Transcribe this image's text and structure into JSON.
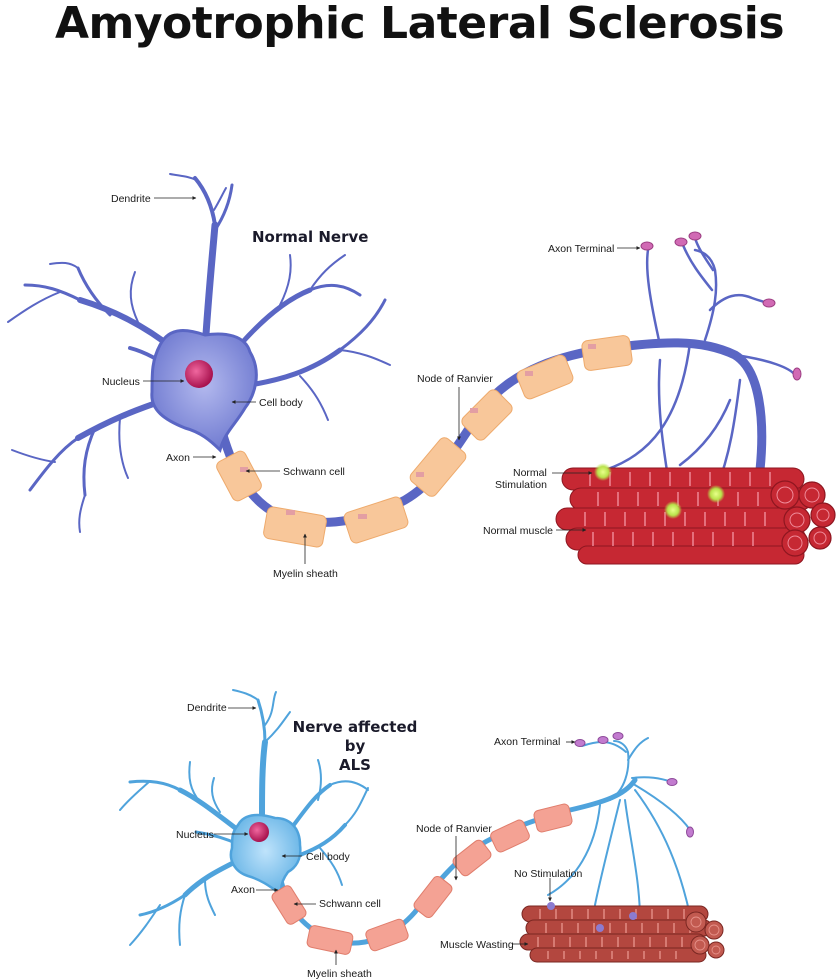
{
  "title": "Amyotrophic Lateral Sclerosis",
  "normal": {
    "heading": "Normal Nerve",
    "labels": {
      "dendrite": "Dendrite",
      "nucleus": "Nucleus",
      "cell_body": "Cell body",
      "axon": "Axon",
      "schwann_cell": "Schwann cell",
      "myelin_sheath": "Myelin sheath",
      "node_of_ranvier": "Node of Ranvier",
      "axon_terminal": "Axon Terminal",
      "stimulation_line1": "Normal",
      "stimulation_line2": "Stimulation",
      "muscle": "Normal muscle"
    }
  },
  "als": {
    "heading_line1": "Nerve affected by",
    "heading_line2": "ALS",
    "labels": {
      "dendrite": "Dendrite",
      "nucleus": "Nucleus",
      "cell_body": "Cell body",
      "axon": "Axon",
      "schwann_cell": "Schwann cell",
      "myelin_sheath": "Myelin sheath",
      "node_of_ranvier": "Node of Ranvier",
      "axon_terminal": "Axon Terminal",
      "stimulation": "No Stimulation",
      "muscle": "Muscle Wasting"
    }
  },
  "colors": {
    "normal_neuron": "#5a66c4",
    "normal_cell_body": "#8a93da",
    "als_neuron": "#4fa3dc",
    "als_cell_body": "#8ccaf2",
    "nucleus": "#c2185b",
    "myelin_normal": "#f8c79a",
    "myelin_als": "#f4a294",
    "muscle_normal": "#c62833",
    "muscle_als": "#b3473f",
    "stimulation_glow": "#b9e34b",
    "terminal_bulb": "#d16ab4"
  }
}
